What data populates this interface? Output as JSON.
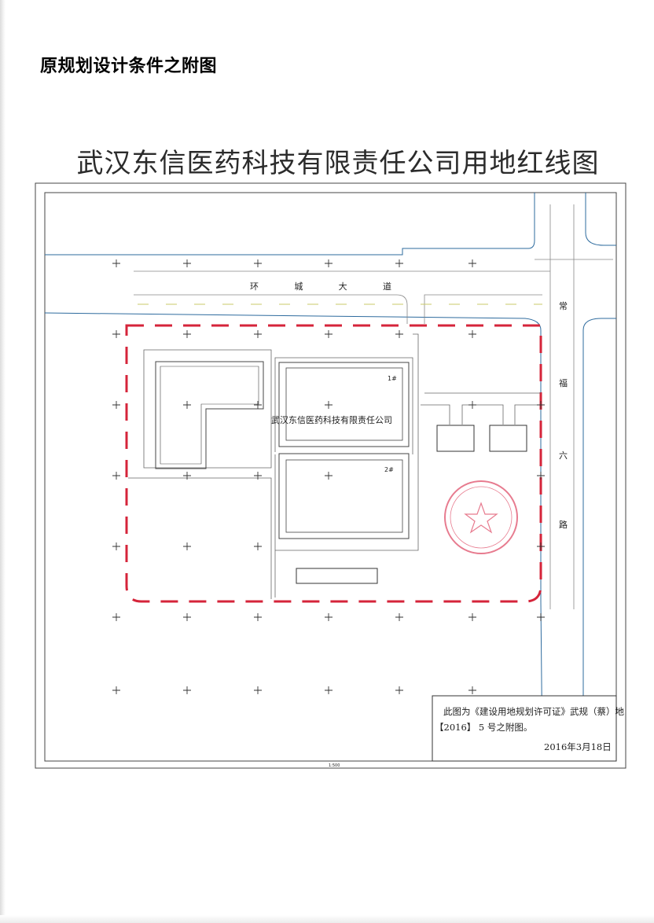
{
  "doc": {
    "heading": "原规划设计条件之附图",
    "map_title": "武汉东信医药科技有限责任公司用地红线图",
    "company_label": "武汉东信医药科技有限责任公司",
    "road_east_west": [
      "环",
      "城",
      "大",
      "道"
    ],
    "road_north_south": [
      "常",
      "福",
      "六",
      "路"
    ],
    "note": {
      "line1": "此图为《建设用地规划许可证》武规（蔡）地",
      "line2": "【2016】 5  号之附图。",
      "date": "2016年3月18日"
    },
    "scale": "1:500",
    "building_tags": [
      "1#",
      "2#"
    ]
  },
  "colors": {
    "boundary": "#d5243a",
    "road_line": "#2e6b9e",
    "drawing_line": "#555555",
    "stamp": "#e0506a"
  }
}
